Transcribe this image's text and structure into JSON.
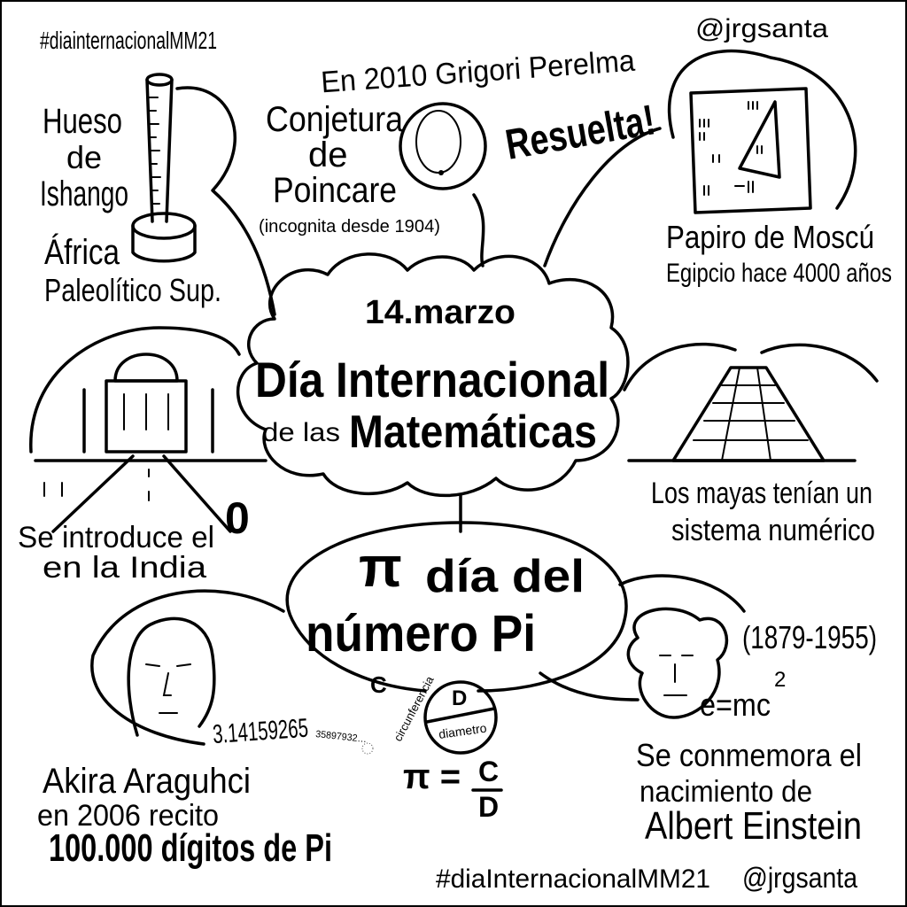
{
  "hashtag_top": "#diainternacionalMM21",
  "handle_top": "@jrgsanta",
  "center": {
    "date": "14.marzo",
    "title_line1": "Día Internacional",
    "title_prefix": "de las",
    "title_line2": "Matemáticas"
  },
  "pi_day": {
    "symbol": "π",
    "line1": "día del",
    "line2": "número Pi",
    "c_label": "C",
    "circumference_label": "circunferencia",
    "d_label": "D",
    "diameter_label": "diametro",
    "formula_lhs": "π =",
    "formula_num": "C",
    "formula_den": "D"
  },
  "ishango": {
    "line1": "Hueso",
    "line2": "de",
    "line3": "Ishango",
    "line4": "África",
    "line5": "Paleolítico Sup."
  },
  "poincare": {
    "headline": "En 2010 Grigori Perelma",
    "resolved": "Resuelta!",
    "line1": "Conjetura",
    "line2": "de",
    "line3": "Poincare",
    "note": "(incognita desde 1904)"
  },
  "papiro": {
    "line1": "Papiro de Moscú",
    "line2": "Egipcio hace 4000 años"
  },
  "india": {
    "line1": "Se introduce el",
    "zero": "0",
    "line2": "en la India"
  },
  "mayas": {
    "line1": "Los mayas tenían un",
    "line2": "sistema numérico"
  },
  "akira": {
    "digits": "3.14159265",
    "digits_tail": "35897932…",
    "line1": "Akira Araguhci",
    "line2": "en 2006 recito",
    "line3": "100.000 dígitos de Pi"
  },
  "einstein": {
    "years": "(1879-1955)",
    "formula": "e=mc",
    "exponent": "2",
    "line1": "Se conmemora el",
    "line2": "nacimiento de",
    "line3": "Albert Einstein"
  },
  "hashtag_bottom": "#diaInternacionalMM21",
  "handle_bottom": "@jrgsanta"
}
